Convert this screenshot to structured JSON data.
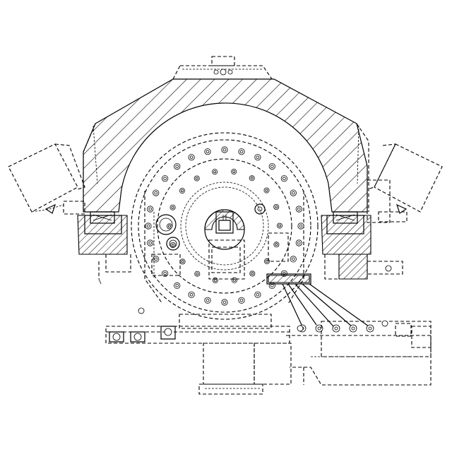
{
  "drawing": {
    "style": "technical line drawing with hidden (dashed) lines and section hatching",
    "colors": {
      "ink": "#000000",
      "paper": "#ffffff"
    },
    "components": {
      "upper_housing": "hatched-section",
      "rotary_disc": "dashed",
      "bolt_circle": "dashed",
      "hub": "hatched-section",
      "left_bracket": "dashed",
      "right_bracket": "dashed",
      "left_bearing_block": "hatched-section",
      "right_bearing_block": "hatched-section",
      "lower_actuator": "dashed",
      "cable_fittings": "solid"
    }
  }
}
